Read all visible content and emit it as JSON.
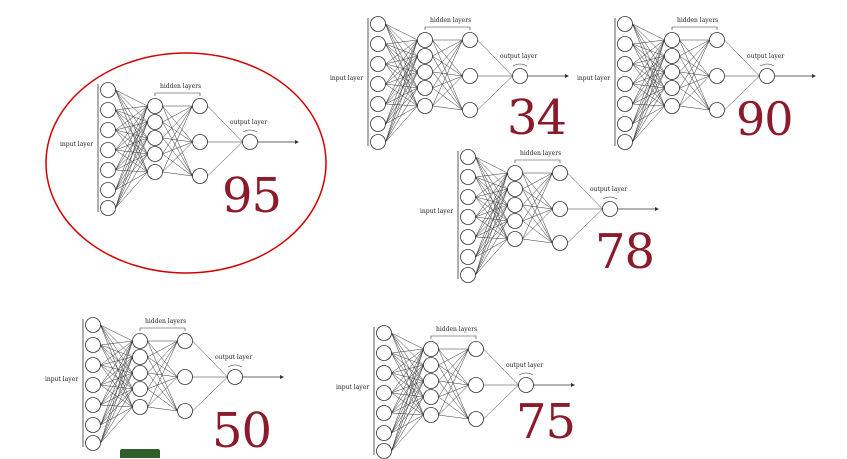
{
  "labels": {
    "input": "input layer",
    "hidden": "hidden layers",
    "output": "output layer"
  },
  "panels": [
    {
      "score": "95",
      "selected": true
    },
    {
      "score": "34",
      "selected": false
    },
    {
      "score": "90",
      "selected": false
    },
    {
      "score": "78",
      "selected": false
    },
    {
      "score": "50",
      "selected": false
    },
    {
      "score": "75",
      "selected": false
    }
  ],
  "colors": {
    "score": "#8b1a2b",
    "highlight": "#d40000",
    "network_line": "#333333",
    "partial_object": "#2e5e2a"
  }
}
